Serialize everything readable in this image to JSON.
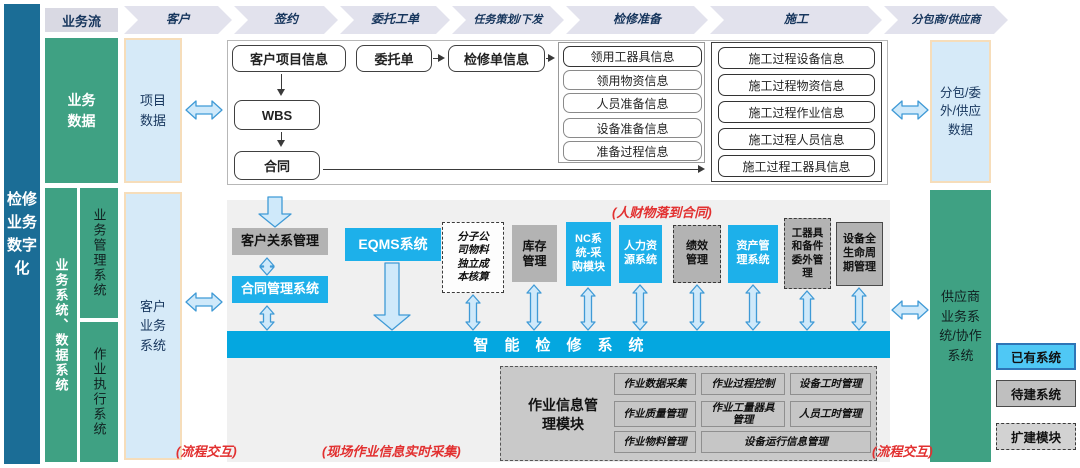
{
  "title": {
    "vertical_title": "检修业务数字化"
  },
  "flow_header": {
    "label": "业务流",
    "steps": [
      "客户",
      "签约",
      "委托工单",
      "任务策划/下发",
      "检修准备",
      "施工",
      "分包商/供应商"
    ]
  },
  "left_columns": {
    "business_data": "业务数据",
    "project_data": "项目数据",
    "systems_group": "业务系统、数据系统",
    "business_mgmt_system": "业务管理系统",
    "work_exec_system": "作业执行系统",
    "customer_business_system": "客户业务系统"
  },
  "top_flow": {
    "customer_project_info": "客户项目信息",
    "entrust_order": "委托单",
    "overhaul_order_info": "检修单信息",
    "wbs": "WBS",
    "contract": "合同",
    "prep_group": [
      "领用工器具信息",
      "领用物资信息",
      "人员准备信息",
      "设备准备信息",
      "准备过程信息"
    ],
    "construction_group": [
      "施工过程设备信息",
      "施工过程物资信息",
      "施工过程作业信息",
      "施工过程人员信息",
      "施工过程工器具信息"
    ]
  },
  "systems": {
    "crm": "客户关系管理",
    "contract_mgmt": "合同管理系统",
    "eqms": "EQMS系统",
    "cost_accounting": "分子公司物料独立成本核算",
    "inventory": "库存管理",
    "nc_procurement": "NC系统-采购模块",
    "hr": "人力资源系统",
    "performance": "绩效管理",
    "asset_mgmt": "资产管理系统",
    "tools_spares_outsourcing": "工器具和备件委外管理",
    "equipment_lifecycle": "设备全生命周期管理",
    "smart_overhaul_bar": "智能检修系统"
  },
  "work_module": {
    "title": "作业信息管理模块",
    "col1": [
      "作业数据采集",
      "作业质量管理",
      "作业物料管理"
    ],
    "col2": [
      "作业过程控制",
      "作业工量器具管理"
    ],
    "col3": [
      "设备工时管理",
      "人员工时管理"
    ],
    "bottom_wide": "设备运行信息管理"
  },
  "right_columns": {
    "subcontract_data": "分包/委外/供应数据",
    "supplier_system": "供应商业务系统/协作系统"
  },
  "legend": {
    "existing": "已有系统",
    "planned": "待建系统",
    "expansion": "扩建模块"
  },
  "annotations": {
    "hr_finance_to_contract": "(人财物落到合同)",
    "process_interaction_left": "(流程交互)",
    "realtime_collection": "(现场作业信息实时采集)",
    "process_interaction_right": "(流程交互)"
  },
  "colors": {
    "dark_blue": "#1b6d96",
    "green": "#3fa183",
    "light_blue_fill": "#d6eaf8",
    "light_blue_border": "#f6ddba",
    "system_blue": "#1db0ea",
    "bar_blue": "#04a7e0",
    "gray_box": "#b3b3b3",
    "panel_gray": "#f0f0f0",
    "module_panel_gray": "#c9c9c9",
    "chevron_fill": "#e2e2ed",
    "navy_text": "#17365d",
    "annotation_red": "#e23030",
    "legend_blue": "#4fc8f5"
  }
}
